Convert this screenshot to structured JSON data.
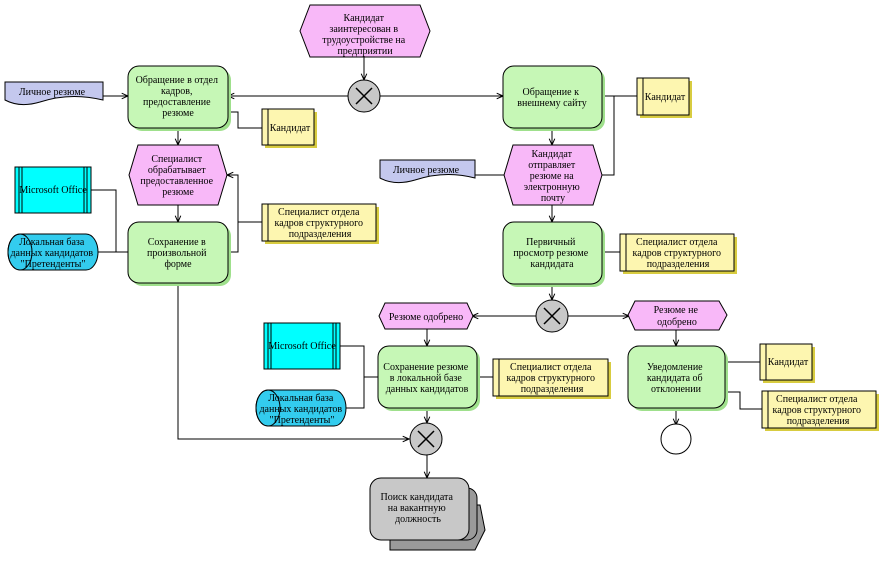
{
  "colors": {
    "function_fill": "#c6f7b6",
    "function_shadow": "#9fe08c",
    "event_fill": "#f8b8f8",
    "org_fill": "#fdf6b0",
    "org_shadow": "#d8cc40",
    "doc_fill": "#c4c8ee",
    "system_fill": "#00ffff",
    "db_fill": "#33ccee",
    "connector_fill": "#c8c8c8",
    "process_fill": "#c8c8c8"
  },
  "events": {
    "ev_interest": [
      "Кандидат",
      "заинтересован в",
      "трудоустройстве на",
      "предприятии"
    ],
    "ev_specialist_processes": [
      "Специалист",
      "обрабатывает",
      "предоставленное",
      "резюме"
    ],
    "ev_candidate_sends": [
      "Кандидат",
      "отправляет",
      "резюме на",
      "электронную",
      "почту"
    ],
    "ev_approved": [
      "Резюме одобрено"
    ],
    "ev_not_approved": [
      "Резюме не",
      "одобрено"
    ]
  },
  "functions": {
    "fn_hr_dept": [
      "Обращение в отдел",
      "кадров,",
      "предоставление",
      "резюме"
    ],
    "fn_external_site": [
      "Обращение к",
      "внешнему сайту"
    ],
    "fn_save_free": [
      "Сохранение в",
      "произвольной",
      "форме"
    ],
    "fn_primary_review": [
      "Первичный",
      "просмотр резюме",
      "кандидата"
    ],
    "fn_save_local_db": [
      "Сохранение резюме",
      "в локальной базе",
      "данных кандидатов"
    ],
    "fn_reject_notice": [
      "Уведомление",
      "кандидата об",
      "отклонении"
    ]
  },
  "process": {
    "proc_search": [
      "Поиск кандидата",
      "на вакантную",
      "должность"
    ]
  },
  "documents": {
    "doc_resume_left": [
      "Личное резюме"
    ],
    "doc_resume_right": [
      "Личное резюме"
    ]
  },
  "org_units": {
    "org_candidate_1": [
      "Кандидат"
    ],
    "org_candidate_2": [
      "Кандидат"
    ],
    "org_candidate_3": [
      "Кандидат"
    ],
    "org_specialist_1": [
      "Специалист отдела",
      "кадров структурного",
      "подразделения"
    ],
    "org_specialist_2": [
      "Специалист отдела",
      "кадров структурного",
      "подразделения"
    ],
    "org_specialist_3": [
      "Специалист отдела",
      "кадров структурного",
      "подразделения"
    ],
    "org_specialist_4": [
      "Специалист отдела",
      "кадров структурного",
      "подразделения"
    ]
  },
  "systems": {
    "sys_office_1": [
      "Microsoft Office"
    ],
    "sys_office_2": [
      "Microsoft Office"
    ]
  },
  "databases": {
    "db_local_1": [
      "Локальная база",
      "данных кандидатов",
      "\"Претенденты\""
    ],
    "db_local_2": [
      "Локальная база",
      "данных кандидатов",
      "\"Претенденты\""
    ]
  }
}
